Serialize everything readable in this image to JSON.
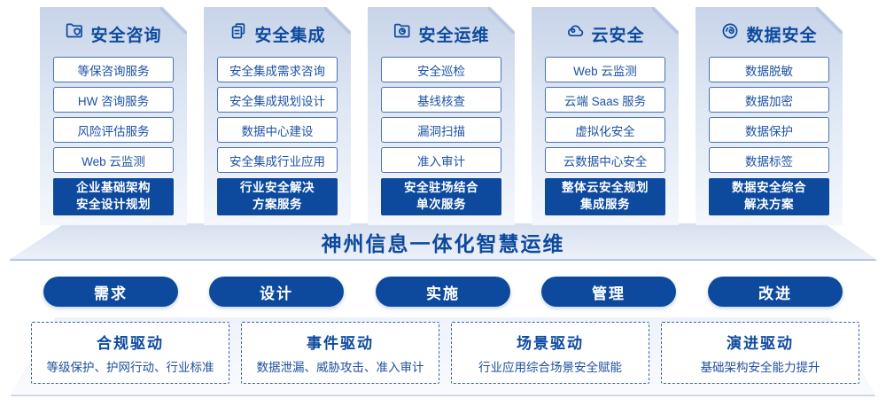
{
  "columns": [
    {
      "icon": "folder-shield-icon",
      "title": "安全咨询",
      "items": [
        "等保咨询服务",
        "HW 咨询服务",
        "风险评估服务",
        "Web 云监测"
      ],
      "highlight_line1": "企业基础架构",
      "highlight_line2": "安全设计规划"
    },
    {
      "icon": "copy-docs-icon",
      "title": "安全集成",
      "items": [
        "安全集成需求咨询",
        "安全集成规划设计",
        "数据中心建设",
        "安全集成行业应用"
      ],
      "highlight_line1": "行业安全解决",
      "highlight_line2": "方案服务"
    },
    {
      "icon": "folder-clock-icon",
      "title": "安全运维",
      "items": [
        "安全巡检",
        "基线核查",
        "漏洞扫描",
        "准入审计"
      ],
      "highlight_line1": "安全驻场结合",
      "highlight_line2": "单次服务"
    },
    {
      "icon": "cloud-icon",
      "title": "云安全",
      "items": [
        "Web 云监测",
        "云端 Saas 服务",
        "虚拟化安全",
        "云数据中心安全"
      ],
      "highlight_line1": "整体云安全规划",
      "highlight_line2": "集成服务"
    },
    {
      "icon": "fingerprint-icon",
      "title": "数据安全",
      "items": [
        "数据脱敏",
        "数据加密",
        "数据保护",
        "数据标签"
      ],
      "highlight_line1": "数据安全综合",
      "highlight_line2": "解决方案"
    }
  ],
  "banner": {
    "title": "神州信息一体化智慧运维"
  },
  "pills": [
    "需求",
    "设计",
    "实施",
    "管理",
    "改进"
  ],
  "drivers": [
    {
      "title": "合规驱动",
      "desc": "等级保护、护网行动、行业标准"
    },
    {
      "title": "事件驱动",
      "desc": "数据泄漏、威胁攻击、准入审计"
    },
    {
      "title": "场景驱动",
      "desc": "行业应用综合场景安全赋能"
    },
    {
      "title": "演进驱动",
      "desc": "基础架构安全能力提升"
    }
  ],
  "colors": {
    "primary": "#0d4a9e",
    "item_border": "#4a72b5",
    "item_text": "#1d52a4"
  }
}
